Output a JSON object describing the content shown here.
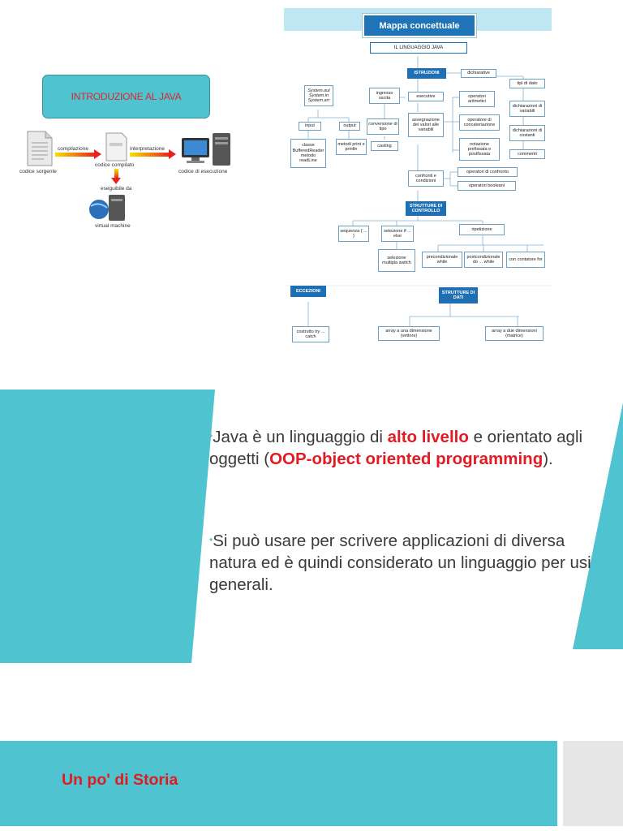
{
  "slide1": {
    "intro_title": "INTRODUZIONE AL JAVA",
    "flow": {
      "compilazione": "compilazione",
      "interpretazione": "interpretazione",
      "codice_sorgente": "codice sorgente",
      "codice_compilato": "codice compilato",
      "codice_esecuzione": "codice di esecuzione",
      "eseguibile_da": "eseguibile da",
      "virtual_machine": "virtual machine"
    },
    "map": {
      "title": "Mappa concettuale",
      "root": "IL LINGUAGGIO JAVA",
      "istruzioni": "ISTRUZIONI",
      "dichiarative": "dichiarative",
      "tipi_di_dato": "tipi di dato",
      "dichiarazioni_variabili": "dichiarazioni di variabili",
      "dichiarazioni_costanti": "dichiarazioni di costanti",
      "commenti": "commenti",
      "esecutive": "esecutive",
      "ingresso_uscita": "ingresso uscita",
      "system": "System.out System.in System.err",
      "input": "input",
      "output": "output",
      "classe": "classe BufferedReader metodo readLine",
      "metodi_print": "metodi print e println",
      "conversione": "conversione di tipo",
      "casting": "casting",
      "assegnazione": "assegnazione dei valori alle variabili",
      "operatori_aritmetici": "operatori aritmetici",
      "operatore_concatenazione": "operatore di concatenazione",
      "notazione": "notazione prefissata e postfissata",
      "confronti": "confronti e condizioni",
      "operatori_confronto": "operatori di confronto",
      "operatori_booleani": "operatori booleani",
      "strutture_controllo": "STRUTTURE DI CONTROLLO",
      "sequenza": "sequenza { ... }",
      "selezione": "selezione if ... else",
      "selezione_multipla": "selezione multipla switch",
      "ripetizione": "ripetizione",
      "precondizionale": "precondizionale while",
      "postcondizionale": "postcondizionale do ... while",
      "con_contatore": "con contatore for",
      "eccezioni": "ECCEZIONI",
      "costrutto": "costrutto try ... catch",
      "strutture_dati": "STRUTTURE DI DATI",
      "array_una": "array a una dimensione (vettore)",
      "array_due": "array a due dimensioni (matrice)"
    }
  },
  "slide2": {
    "p1_a": "Java è un linguaggio di ",
    "p1_b": "alto livello",
    "p1_c": " e orientato agli oggetti (",
    "p1_d": "OOP-object oriented programming",
    "p1_e": ").",
    "p2": "Si può usare per scrivere applicazioni di diversa natura ed è quindi considerato un linguaggio per usi generali."
  },
  "slide3": {
    "title": "Un po' di Storia"
  },
  "colors": {
    "teal": "#4fc3cf",
    "red": "#e21b23",
    "map_blue": "#1f6fb5"
  }
}
